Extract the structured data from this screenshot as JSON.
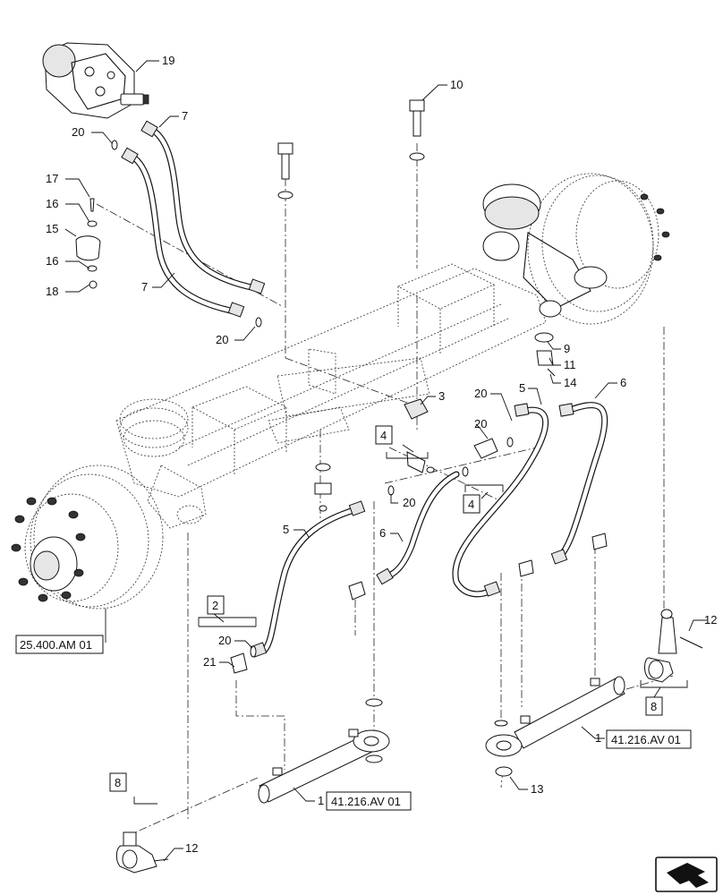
{
  "callouts": [
    {
      "id": "c19",
      "label": "19"
    },
    {
      "id": "c7a",
      "label": "7"
    },
    {
      "id": "c20a",
      "label": "20"
    },
    {
      "id": "c10",
      "label": "10"
    },
    {
      "id": "c17",
      "label": "17"
    },
    {
      "id": "c16a",
      "label": "16"
    },
    {
      "id": "c15",
      "label": "15"
    },
    {
      "id": "c16b",
      "label": "16"
    },
    {
      "id": "c18",
      "label": "18"
    },
    {
      "id": "c7b",
      "label": "7"
    },
    {
      "id": "c20b",
      "label": "20"
    },
    {
      "id": "c9",
      "label": "9"
    },
    {
      "id": "c11",
      "label": "11"
    },
    {
      "id": "c14",
      "label": "14"
    },
    {
      "id": "c3",
      "label": "3"
    },
    {
      "id": "c20c",
      "label": "20"
    },
    {
      "id": "c5a",
      "label": "5"
    },
    {
      "id": "c6a",
      "label": "6"
    },
    {
      "id": "c20d",
      "label": "20"
    },
    {
      "id": "c20e",
      "label": "20"
    },
    {
      "id": "c5b",
      "label": "5"
    },
    {
      "id": "c6b",
      "label": "6"
    },
    {
      "id": "c20f",
      "label": "20"
    },
    {
      "id": "c21",
      "label": "21"
    },
    {
      "id": "c12a",
      "label": "12"
    },
    {
      "id": "c1a",
      "label": "1"
    },
    {
      "id": "c13",
      "label": "13"
    },
    {
      "id": "c1b",
      "label": "1"
    },
    {
      "id": "c12b",
      "label": "12"
    }
  ],
  "ref_boxes": [
    {
      "id": "b4a",
      "label": "4"
    },
    {
      "id": "b4b",
      "label": "4"
    },
    {
      "id": "b2",
      "label": "2"
    },
    {
      "id": "b8a",
      "label": "8"
    },
    {
      "id": "b8b",
      "label": "8"
    },
    {
      "id": "bref1",
      "label": "25.400.AM 01"
    },
    {
      "id": "bref2",
      "label": "41.216.AV 01"
    },
    {
      "id": "bref3",
      "label": "41.216.AV 01"
    }
  ],
  "icons": [
    "steering-pump-icon",
    "axle-assembly-icon",
    "steering-cylinder-icon",
    "tie-rod-end-icon",
    "next-page-arrow-icon"
  ]
}
